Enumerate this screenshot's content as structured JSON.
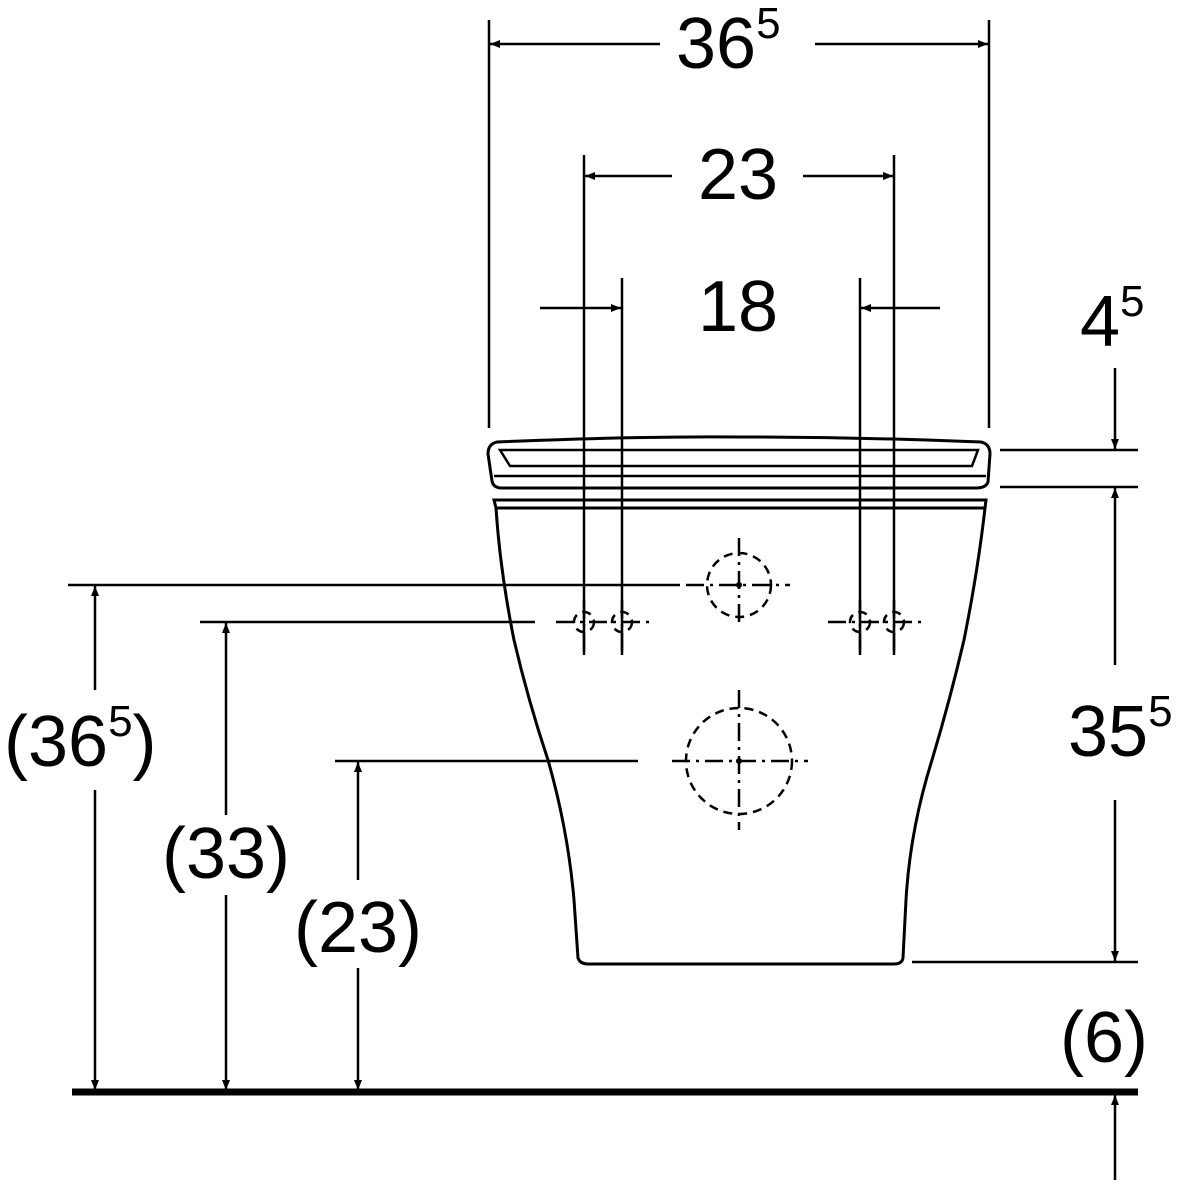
{
  "dimensions": {
    "overall_width": {
      "main": "36",
      "sup": "5"
    },
    "fixing_spacing": {
      "main": "23",
      "sup": ""
    },
    "inner_spacing": {
      "main": "18",
      "sup": ""
    },
    "seat_thickness": {
      "main": "4",
      "sup": "5"
    },
    "bowl_height": {
      "main": "35",
      "sup": "5"
    },
    "height_upper_outlet": {
      "main": "(36",
      "sup": "5",
      "tail": ")"
    },
    "height_fixing_bolts": {
      "main": "(33)",
      "sup": ""
    },
    "height_lower_outlet": {
      "main": "(23)",
      "sup": ""
    },
    "floor_offset": {
      "main": "(6)",
      "sup": ""
    }
  },
  "colors": {
    "ink": "#000000",
    "background": "#ffffff"
  }
}
